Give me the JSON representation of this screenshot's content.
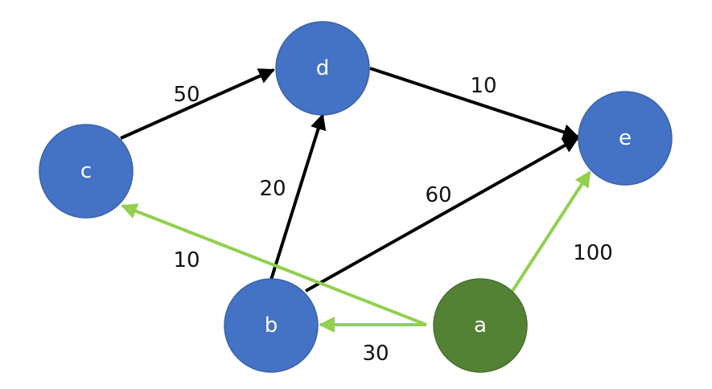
{
  "colors": {
    "node": "#4472c4",
    "node_stroke": "#3b62a8",
    "source_node": "#548235",
    "source_stroke": "#476f2d",
    "edge_black": "#000000",
    "edge_green": "#92d050"
  },
  "nodes": [
    {
      "id": "a",
      "label": "a",
      "source": true
    },
    {
      "id": "b",
      "label": "b"
    },
    {
      "id": "c",
      "label": "c"
    },
    {
      "id": "d",
      "label": "d"
    },
    {
      "id": "e",
      "label": "e"
    }
  ],
  "edges": [
    {
      "from": "c",
      "to": "d",
      "weight": "50",
      "color": "black"
    },
    {
      "from": "d",
      "to": "e",
      "weight": "10",
      "color": "black"
    },
    {
      "from": "b",
      "to": "d",
      "weight": "20",
      "color": "black"
    },
    {
      "from": "b",
      "to": "e",
      "weight": "60",
      "color": "black"
    },
    {
      "from": "a",
      "to": "c",
      "weight": "10",
      "color": "green"
    },
    {
      "from": "a",
      "to": "b",
      "weight": "30",
      "color": "green"
    },
    {
      "from": "a",
      "to": "e",
      "weight": "100",
      "color": "green"
    }
  ]
}
